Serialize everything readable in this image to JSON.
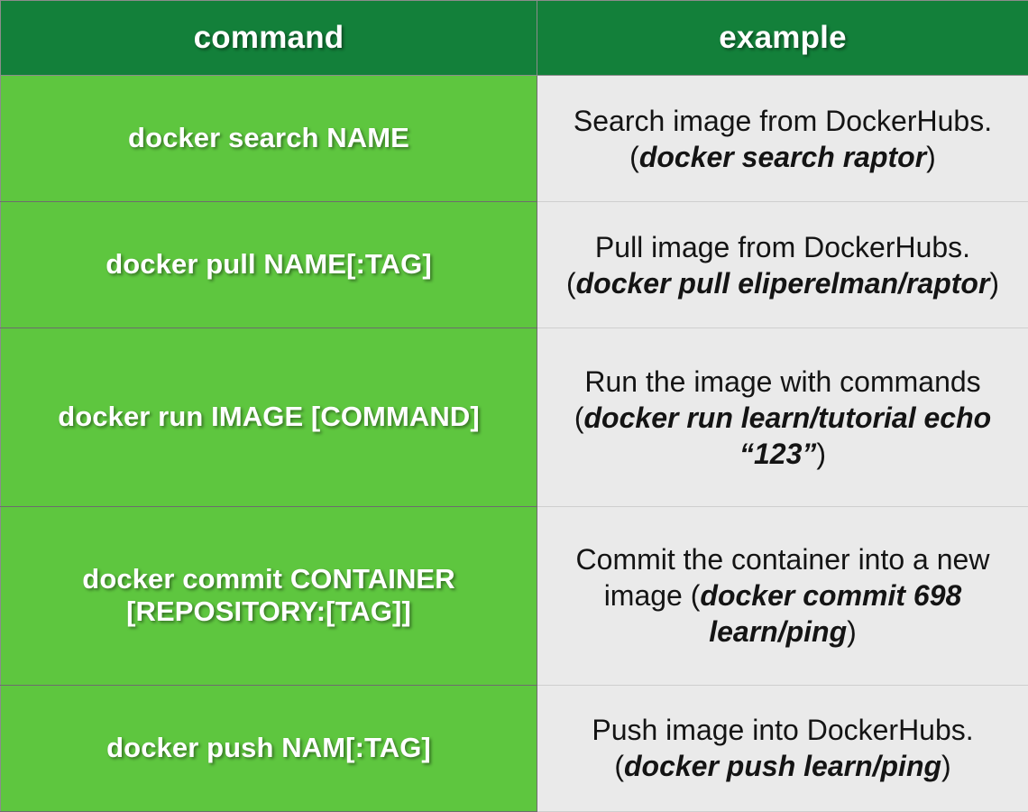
{
  "table": {
    "headers": {
      "command": "command",
      "example": "example"
    },
    "colors": {
      "header_background": "#13803a",
      "command_background": "#5ec63f",
      "example_background": "#eaeaea",
      "header_text": "#ffffff",
      "command_text": "#ffffff",
      "example_text": "#141414",
      "border": "#8c8c8c"
    },
    "rows": [
      {
        "command": "docker search NAME",
        "example_prefix": "Search image from DockerHubs. (",
        "example_command": "docker search raptor",
        "example_suffix": ")"
      },
      {
        "command": "docker pull NAME[:TAG]",
        "example_prefix": "Pull image from DockerHubs. (",
        "example_command": "docker pull eliperelman/raptor",
        "example_suffix": ")"
      },
      {
        "command": "docker run IMAGE [COMMAND]",
        "example_prefix": "Run the image with commands (",
        "example_command": "docker run learn/tutorial echo “123”",
        "example_suffix": ")"
      },
      {
        "command": "docker commit CONTAINER [REPOSITORY:[TAG]]",
        "example_prefix": "Commit the container into a new image (",
        "example_command": "docker commit 698 learn/ping",
        "example_suffix": ")"
      },
      {
        "command": "docker push NAM[:TAG]",
        "example_prefix": "Push image into DockerHubs. (",
        "example_command": "docker push learn/ping",
        "example_suffix": ")"
      }
    ]
  }
}
